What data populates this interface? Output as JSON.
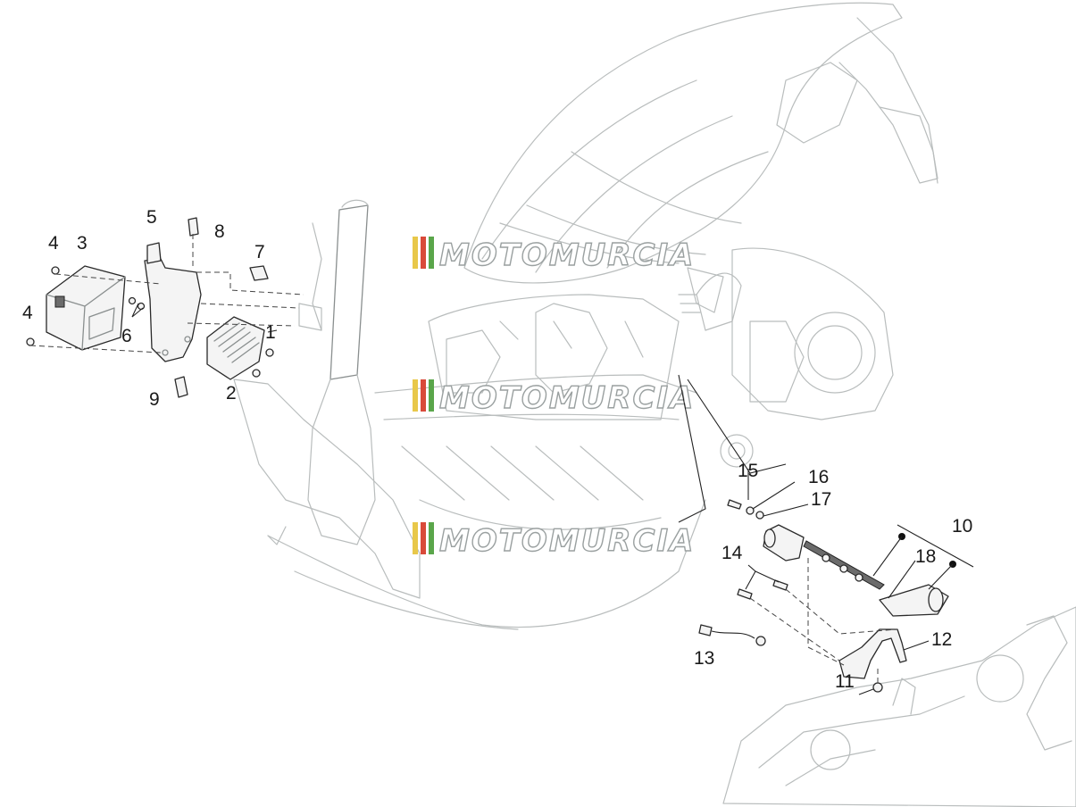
{
  "watermark": {
    "text": "MOTOMURCIA",
    "stripe_colors": [
      "#e8c84a",
      "#d94a3a",
      "#5aa64a"
    ]
  },
  "callouts": {
    "c1": "1",
    "c2": "2",
    "c3": "3",
    "c4a": "4",
    "c4b": "4",
    "c5": "5",
    "c6": "6",
    "c7": "7",
    "c8": "8",
    "c9": "9",
    "c10": "10",
    "c11": "11",
    "c12": "12",
    "c13": "13",
    "c14": "14",
    "c15": "15",
    "c16": "16",
    "c17": "17",
    "c18": "18"
  }
}
